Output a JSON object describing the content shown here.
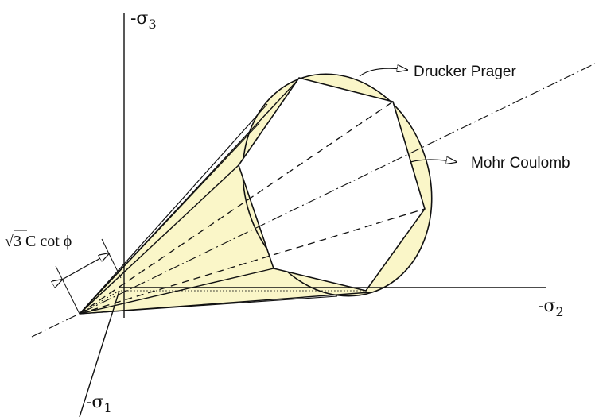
{
  "diagram": {
    "axes": {
      "sigma3": {
        "symbol": "-σ",
        "subscript": "3"
      },
      "sigma2": {
        "symbol": "-σ",
        "subscript": "2"
      },
      "sigma1": {
        "symbol": "-σ",
        "subscript": "1"
      }
    },
    "labels": {
      "drucker_prager": "Drucker Prager",
      "mohr_coulomb": "Mohr Coulomb",
      "apex_distance": "√3 C cot ϕ",
      "apex_distance_root": "√",
      "apex_distance_rest": "3 C cot ϕ"
    },
    "colors": {
      "cone_fill": "#faf6c8",
      "cone_shade": "#f6efb0",
      "line": "#111111"
    }
  }
}
